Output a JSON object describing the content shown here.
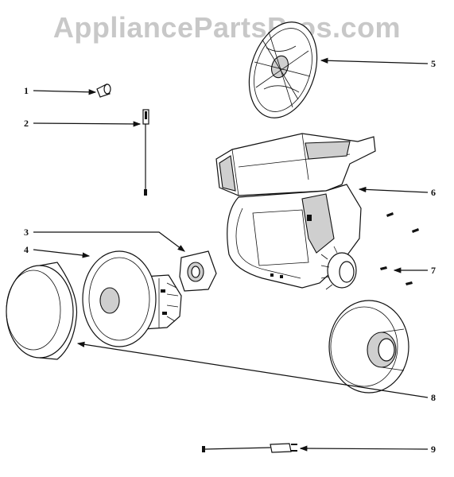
{
  "watermark": "AppliancePartsPros.com",
  "callouts": [
    {
      "id": "1",
      "label": "1"
    },
    {
      "id": "2",
      "label": "2"
    },
    {
      "id": "3",
      "label": "3"
    },
    {
      "id": "4",
      "label": "4"
    },
    {
      "id": "5",
      "label": "5"
    },
    {
      "id": "6",
      "label": "6"
    },
    {
      "id": "7",
      "label": "7"
    },
    {
      "id": "8",
      "label": "8"
    },
    {
      "id": "9",
      "label": "9"
    }
  ],
  "colors": {
    "ink": "#111111",
    "watermark": "#c8c8c8",
    "shade": "#cfcfcf"
  }
}
